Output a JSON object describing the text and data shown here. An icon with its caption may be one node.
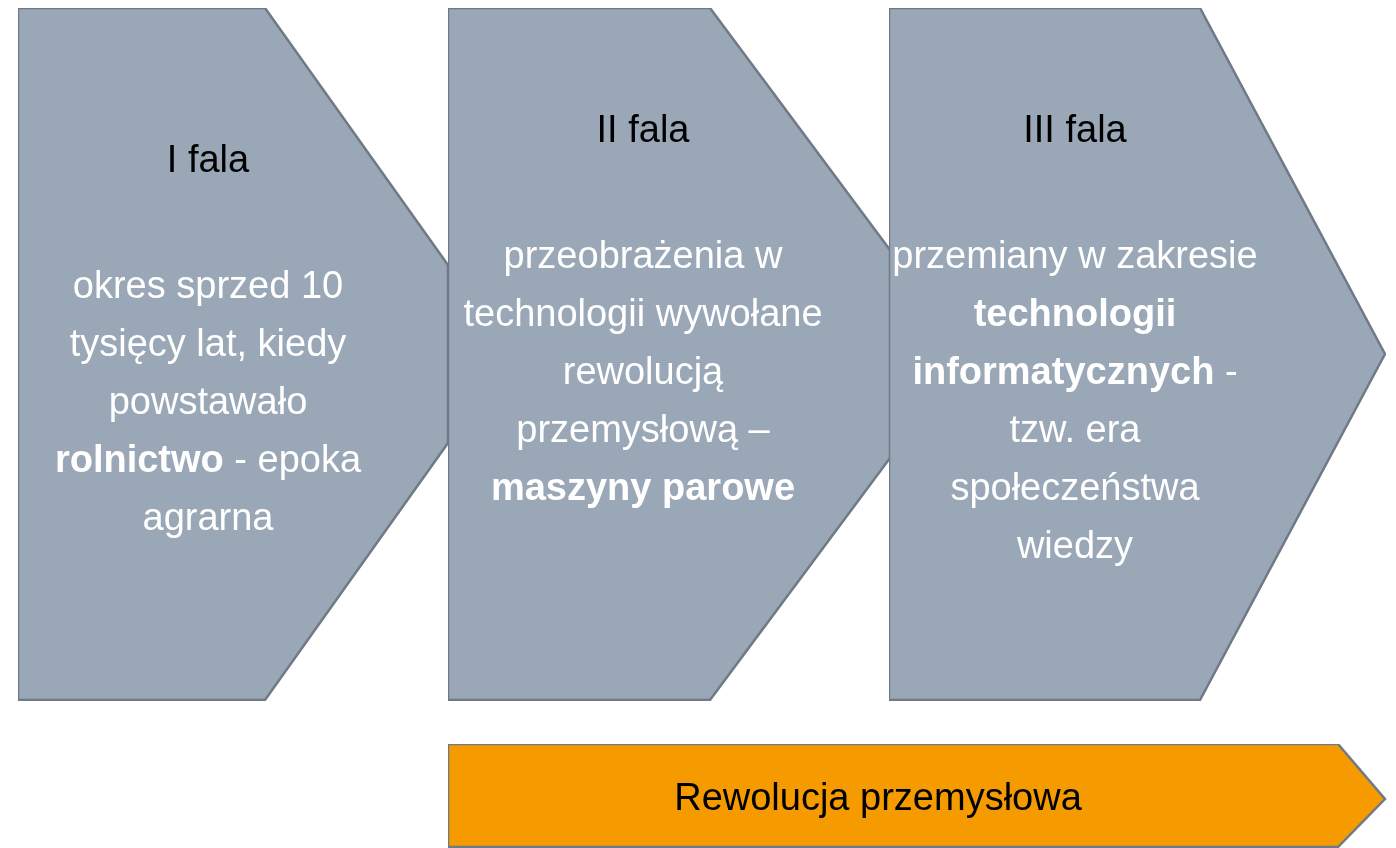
{
  "diagram": {
    "nodes": [
      {
        "text": [
          "I fala",
          "okres sprzed 10 tysięcy lat, kiedy powstawało **rolnictwo** - epoka agrarna"
        ]
      },
      {
        "text": [
          "II fala",
          "przeobrażenia w technologii wywołane rewolucją przemysłową – **maszyny parowe**"
        ]
      },
      {
        "text": [
          "III fala",
          "przemiany w zakresie **technologii informatycznych** - tzw. era społeczeństwa wiedzy"
        ]
      },
      {
        "text": [
          "Rewolucja przemysłowa"
        ]
      }
    ]
  }
}
